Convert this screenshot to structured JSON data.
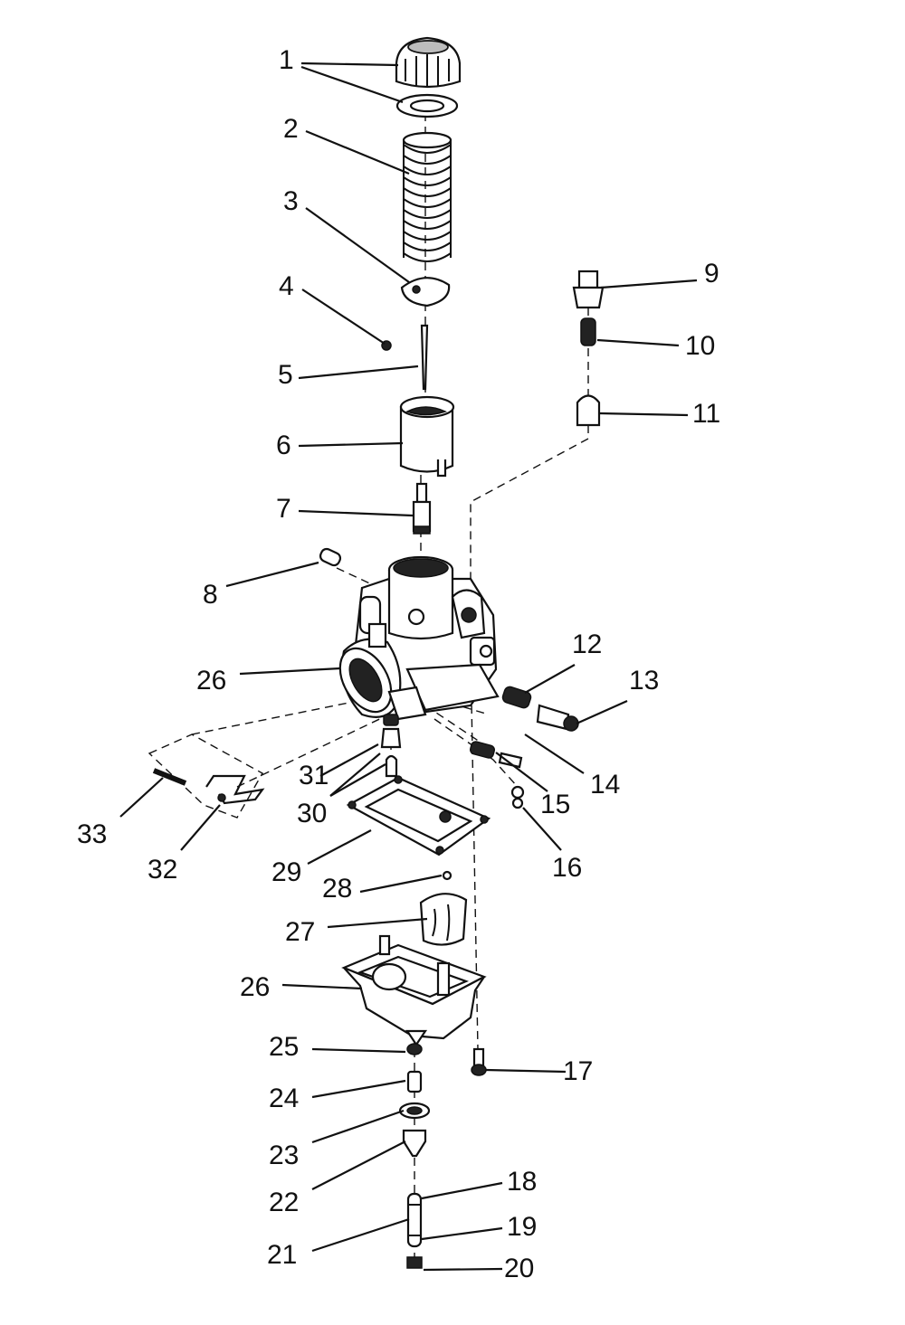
{
  "diagram": {
    "callouts": [
      "1",
      "2",
      "3",
      "4",
      "5",
      "6",
      "7",
      "8",
      "9",
      "10",
      "11",
      "12",
      "13",
      "14",
      "15",
      "16",
      "17",
      "18",
      "19",
      "20",
      "21",
      "22",
      "23",
      "24",
      "25",
      "26",
      "26",
      "27",
      "28",
      "29",
      "30",
      "31",
      "32",
      "33"
    ],
    "colors": {
      "ink": "#111111",
      "paper": "#ffffff",
      "shade": "#bdbdbd"
    }
  }
}
